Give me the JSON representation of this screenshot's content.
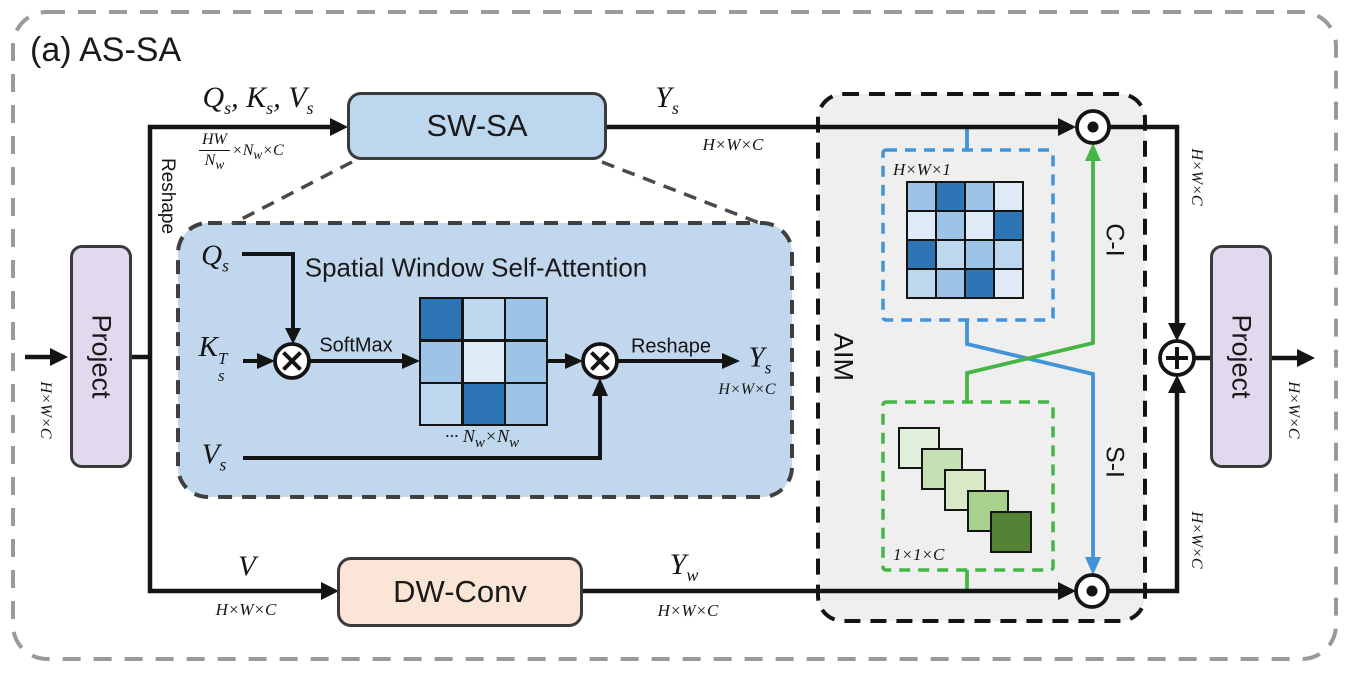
{
  "figure": {
    "title": "(a) AS-SA"
  },
  "blocks": {
    "project_left": "Project",
    "project_right": "Project",
    "sw_sa": "SW-SA",
    "dw_conv": "DW-Conv",
    "aim": "AIM",
    "inner_title": "Spatial Window Self-Attention"
  },
  "ops": {
    "softmax": "SoftMax",
    "reshape_arrow": "Reshape",
    "reshape_branch": "Reshape",
    "channel_interaction": "C-I",
    "spatial_interaction": "S-I"
  },
  "math": {
    "qkv": {
      "q": "Q",
      "q_sub": "s",
      "comma1": ", ",
      "k": "K",
      "k_sub": "s",
      "comma2": ", ",
      "v": "V",
      "v_sub": "s"
    },
    "q_s": {
      "base": "Q",
      "sub": "s"
    },
    "k_s_t": {
      "base": "K",
      "sup": "T",
      "sub": "s"
    },
    "v_s": {
      "base": "V",
      "sub": "s"
    },
    "v": {
      "base": "V"
    },
    "y_s": {
      "base": "Y",
      "sub": "s"
    },
    "y_s_inner": {
      "base": "Y",
      "sub": "s"
    },
    "y_w": {
      "base": "Y",
      "sub": "w"
    },
    "window_frac": {
      "numerator": "HW",
      "den_base": "N",
      "den_sub": "w",
      "times1": "×",
      "n_base": "N",
      "n_sub": "w",
      "times2": "×C"
    },
    "window_count": {
      "dots": "··· ",
      "n1": "N",
      "n1_sub": "w",
      "times": "×",
      "n2": "N",
      "n2_sub": "w"
    }
  },
  "dims": {
    "hwc": "H×W×C",
    "hw1": "H×W×1",
    "c11": "1×1×C"
  },
  "palette": {
    "d": "#2e75b6",
    "m": "#9dc3e6",
    "l": "#bdd7ee",
    "p": "#deeaf6",
    "g1": "#e2efda",
    "g2": "#c6e0b4",
    "g3": "#d8e9c8",
    "g4": "#a9d18e",
    "g5": "#548235",
    "blue_line": "#4293d8",
    "green_line": "#45b545",
    "swsa_fill": "#bdd7ee",
    "inner_fill": "#c1d7ed",
    "dwconv_fill": "#fbe5d6",
    "project_fill": "#e3d9ee",
    "aim_fill": "#efefef"
  },
  "attention_maps": {
    "spatial_3x3": [
      [
        "d",
        "l",
        "m"
      ],
      [
        "m",
        "p",
        "m"
      ],
      [
        "l",
        "d",
        "m"
      ]
    ],
    "spatial_4x4": [
      [
        "m",
        "d",
        "m",
        "p"
      ],
      [
        "p",
        "m",
        "p",
        "d"
      ],
      [
        "d",
        "l",
        "m",
        "l"
      ],
      [
        "l",
        "m",
        "d",
        "p"
      ]
    ],
    "channel_vector": [
      "g1",
      "g2",
      "g3",
      "g4",
      "g5"
    ]
  }
}
